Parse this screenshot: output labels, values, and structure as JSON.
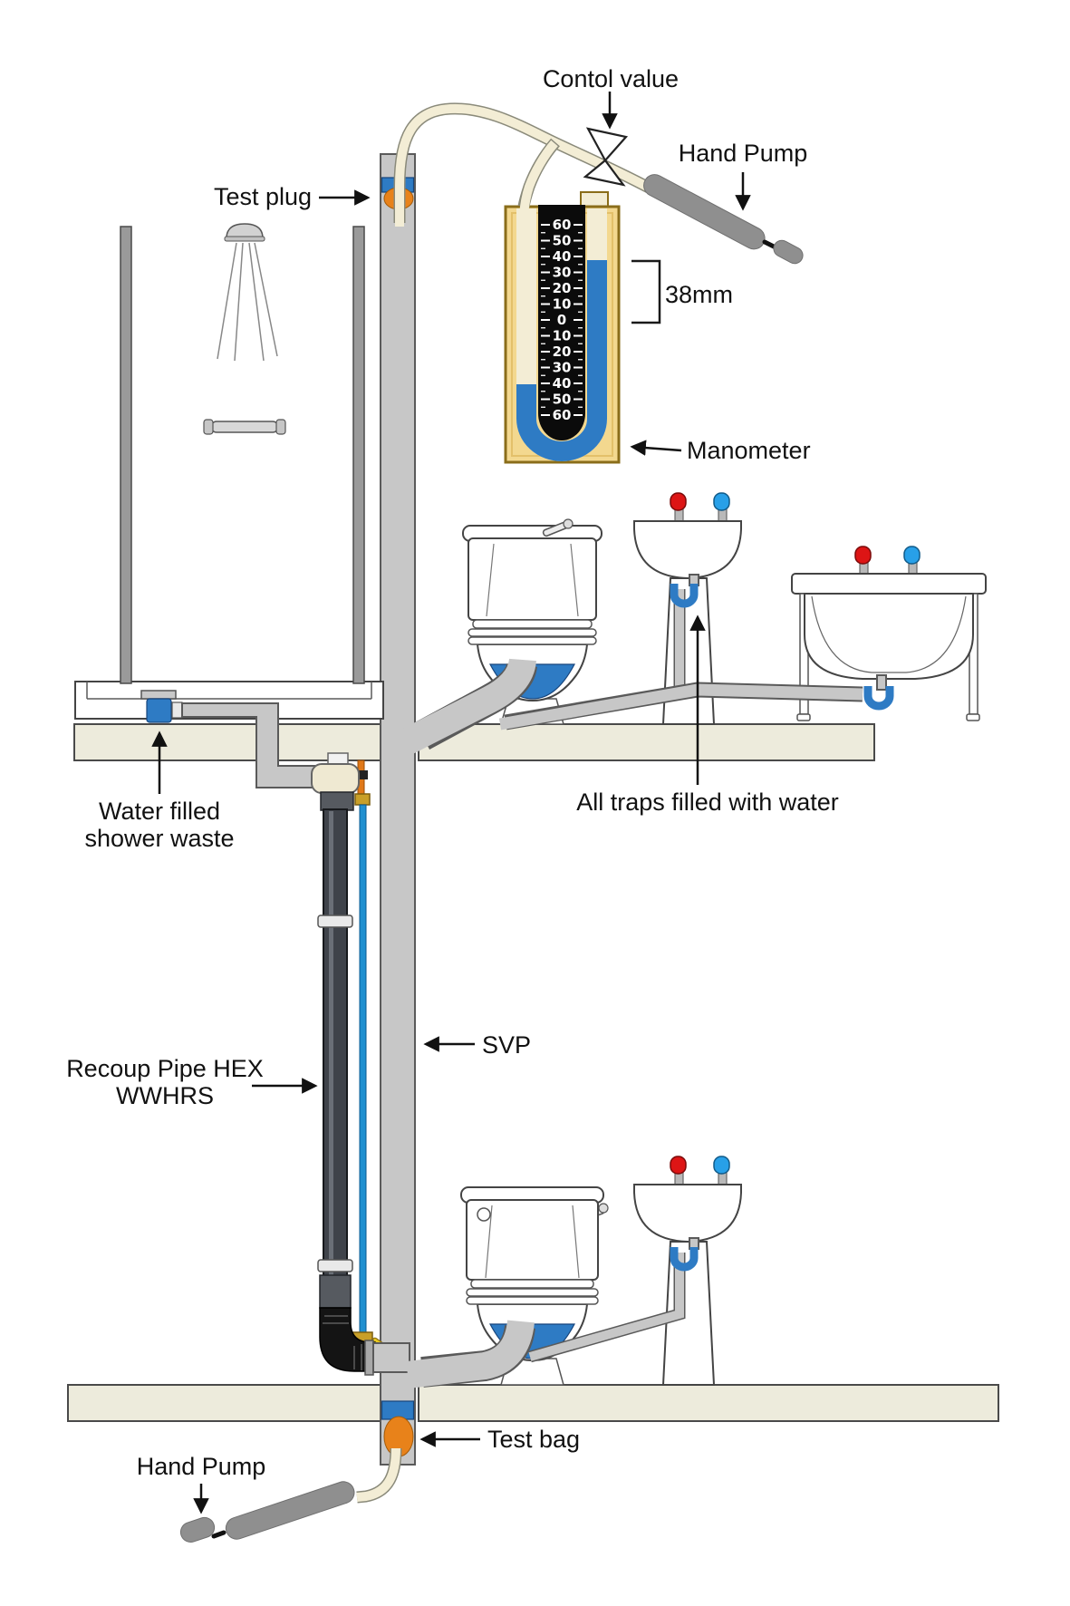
{
  "diagram": {
    "labels": {
      "control_valve": "Contol value",
      "hand_pump_top": "Hand Pump",
      "test_plug": "Test plug",
      "manometer": "Manometer",
      "all_traps": "All traps filled with water",
      "shower_waste_line1": "Water filled",
      "shower_waste_line2": "shower waste",
      "recoup_line1": "Recoup Pipe HEX",
      "recoup_line2": "WWHRS",
      "svp": "SVP",
      "test_bag": "Test bag",
      "hand_pump_bottom": "Hand Pump"
    },
    "manometer": {
      "scale": [
        "60",
        "50",
        "40",
        "30",
        "20",
        "10",
        "0",
        "10",
        "20",
        "30",
        "40",
        "50",
        "60"
      ],
      "reading": "38mm"
    },
    "colors": {
      "pipe_gray": "#C7C7C7",
      "pipe_outline": "#5A5A5A",
      "floor_beige": "#EDEBDC",
      "water_blue": "#2E7BC4",
      "plug_orange": "#E8821A",
      "manometer_case": "#F3D88F",
      "manometer_case_border": "#8A6D1A",
      "scale_black": "#0B0B0B",
      "tube_cream": "#F3EDD5",
      "tube_outline": "#8A8A7A",
      "hot_tap_red": "#DD1515",
      "cold_tap_blue": "#28A0E8",
      "recoup_dark": "#3F434A",
      "copper_orange": "#E07818",
      "supply_blue": "#2090D0",
      "brass_gold": "#C89F28",
      "pump_gray": "#8F8F8F"
    }
  }
}
